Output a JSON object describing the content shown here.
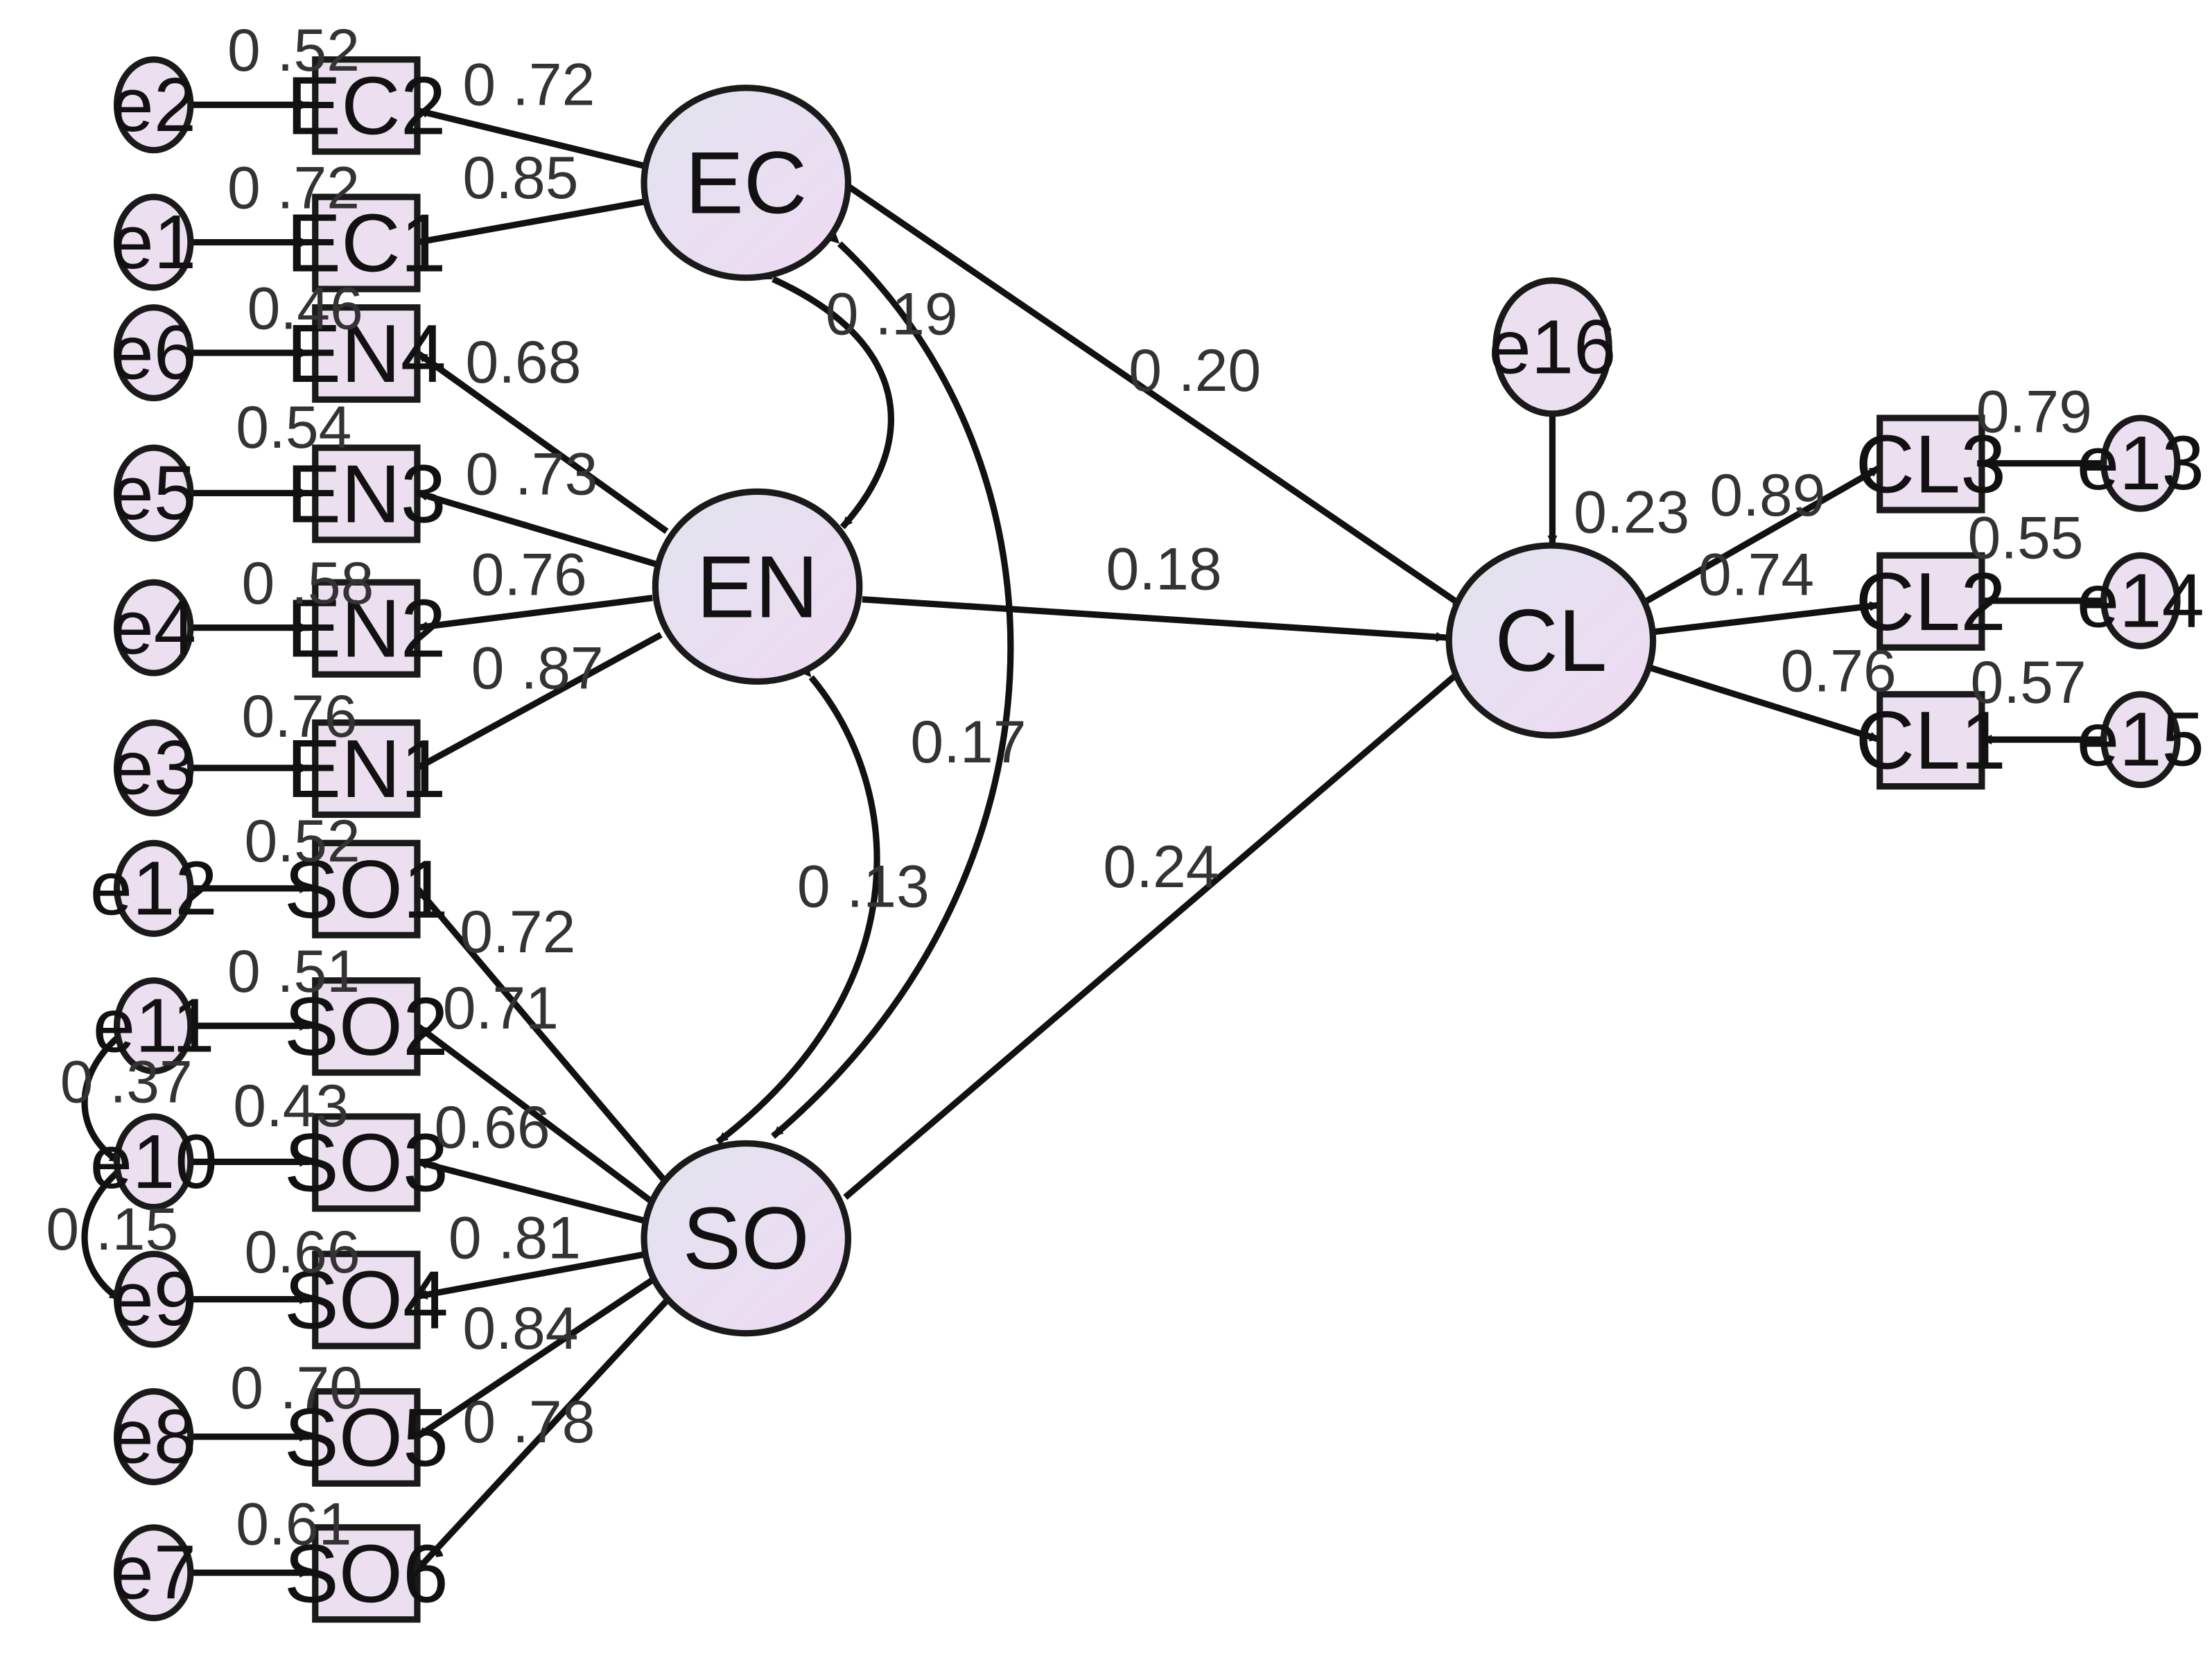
{
  "diagram": {
    "latents": {
      "ec": "EC",
      "en": "EN",
      "so": "SO",
      "cl": "CL"
    },
    "indicators": {
      "ec2": "EC2",
      "ec1": "EC1",
      "en4": "EN4",
      "en3": "EN3",
      "en2": "EN2",
      "en1": "EN1",
      "so1": "SO1",
      "so2": "SO2",
      "so3": "SO3",
      "so4": "SO4",
      "so5": "SO5",
      "so6": "SO6",
      "cl3": "CL3",
      "cl2": "CL2",
      "cl1": "CL1"
    },
    "errors": {
      "e2": "e2",
      "e1": "e1",
      "e6": "e6",
      "e5": "e5",
      "e4": "e4",
      "e3": "e3",
      "e12": "e12",
      "e11": "e11",
      "e10": "e10",
      "e9": "e9",
      "e8": "e8",
      "e7": "e7",
      "e13": "e13",
      "e14": "e14",
      "e15": "e15",
      "e16": "e16"
    },
    "r_squared": {
      "ec2": "0 .52",
      "ec1": "0 .72",
      "en4": "0.46",
      "en3": "0.54",
      "en2": "0 .58",
      "en1": "0.76",
      "so1": "0.52",
      "so2": "0 .51",
      "so3": "0.43",
      "so4": "0.66",
      "so5": "0 .70",
      "so6": "0.61",
      "cl3": "0.79",
      "cl2": "0.55",
      "cl1": "0.57",
      "cl": "0.23"
    },
    "loadings": {
      "ec2": "0 .72",
      "ec1": "0.85",
      "en4": "0.68",
      "en3": "0 .73",
      "en2": "0.76",
      "en1": "0 .87",
      "so1": "0.72",
      "so2": "0.71",
      "so3": "0.66",
      "so4": "0 .81",
      "so5": "0.84",
      "so6": "0 .78",
      "cl3": "0.89",
      "cl2": "0.74",
      "cl1": "0.76"
    },
    "paths": {
      "ec_cl": "0 .20",
      "en_cl": "0.18",
      "so_cl": "0.24"
    },
    "covariances": {
      "ec_en": "0 .19",
      "ec_so": "0.17",
      "en_so": "0  .13",
      "e11_e10": "0 .37",
      "e10_e9": "0 .15"
    },
    "colors": {
      "node_fill": "#ecdff0",
      "latent_fill_start": "#e4e4ee",
      "latent_fill_end": "#eedcf2",
      "stroke": "#1a1a1a"
    }
  }
}
